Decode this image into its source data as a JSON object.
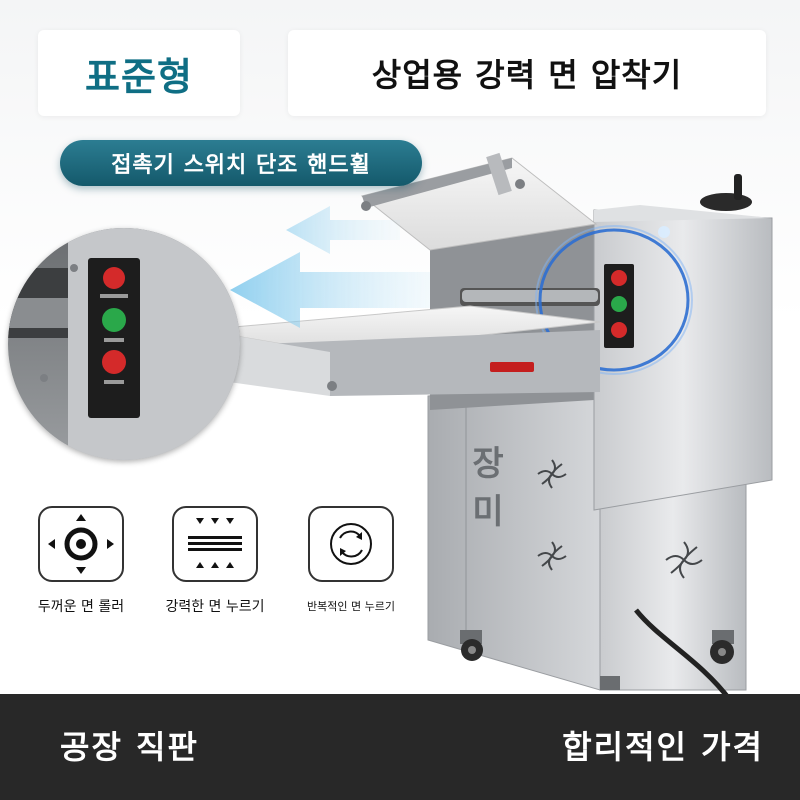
{
  "header": {
    "badge": "표준형",
    "title": "상업용 강력 면 압착기"
  },
  "feature_pill": "접촉기 스위치 단조 핸드휠",
  "machine": {
    "brand_mark_top": "장",
    "brand_mark_bottom": "미"
  },
  "features": [
    {
      "icon": "thick-roller-icon",
      "label": "두꺼운 면 롤러"
    },
    {
      "icon": "press-icon",
      "label": "강력한 면 누르기"
    },
    {
      "icon": "repeat-cycle-icon",
      "label": "반복적인 면 누르기"
    }
  ],
  "footer": {
    "left": "공장 직판",
    "right": "합리적인 가격"
  },
  "colors": {
    "teal": "#0f6e84",
    "footer_bg": "#282828",
    "button_red": "#d42a2a",
    "button_green": "#2aa84a",
    "glow_blue": "#3a7bd5"
  }
}
